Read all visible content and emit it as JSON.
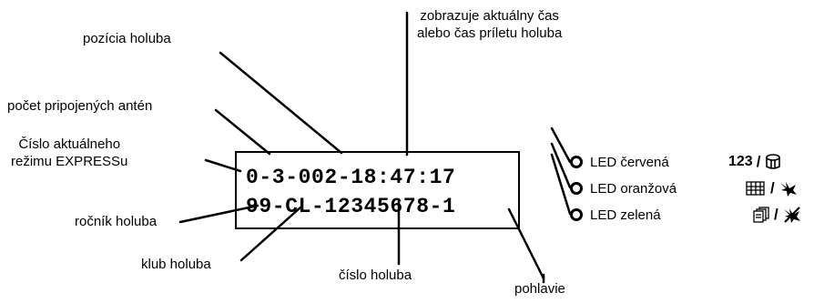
{
  "labels": {
    "time": [
      "zobrazuje aktuálny čas",
      "alebo čas príletu holuba"
    ],
    "position": "pozícia holuba",
    "antennas": "počet pripojených antén",
    "mode": [
      "Číslo aktuálneho",
      "režimu EXPRESSu"
    ],
    "year": "ročník holuba",
    "club": "klub holuba",
    "number": "číslo holuba",
    "sex": "pohlavie"
  },
  "display": {
    "line1": "0-3-002-18:47:17",
    "line2": "99-CL-12345678-1"
  },
  "leds": [
    {
      "label": "LED červená",
      "symbol": "123",
      "icon": "bucket-icon"
    },
    {
      "label": "LED oranžová",
      "symbol": "",
      "icon": "grid-calendar-icon"
    },
    {
      "label": "LED zelená",
      "symbol": "",
      "icon": "stacked-pages-icon"
    }
  ]
}
